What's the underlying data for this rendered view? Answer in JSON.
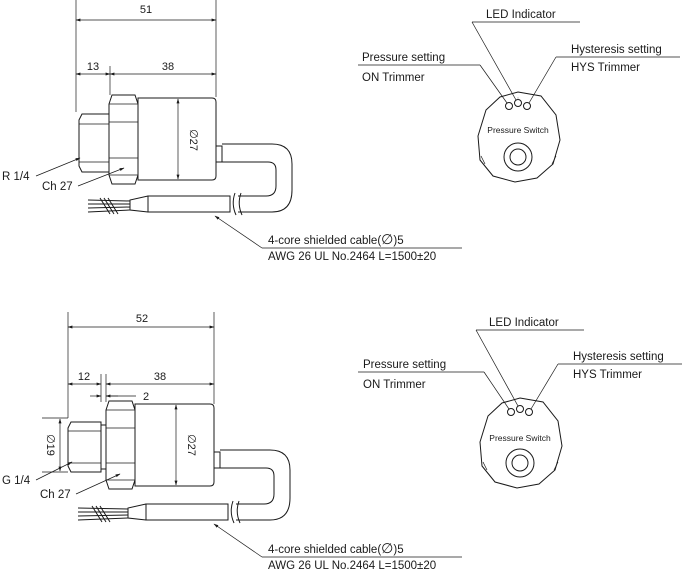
{
  "top_drawing": {
    "dim_total": "51",
    "dim_thread": "13",
    "dim_body": "38",
    "dim_diameter": "27",
    "thread_label": "R 1/4",
    "hex_label": "Ch 27",
    "cable_line1": "4-core shielded cable(",
    "cable_line1_end": ")5",
    "cable_line2": "AWG 26 UL No.2464 L=1500±20",
    "face": {
      "led": "LED Indicator",
      "pressure": "Pressure setting",
      "on_trimmer": "ON Trimmer",
      "hysteresis": "Hysteresis setting",
      "hys_trimmer": "HYS Trimmer",
      "switch_text": "Pressure Switch"
    }
  },
  "bottom_drawing": {
    "dim_total": "52",
    "dim_thread": "12",
    "dim_body": "38",
    "dim_gap": "2",
    "dim_diameter": "27",
    "dim_thread_diameter": "19",
    "thread_label": "G 1/4",
    "hex_label": "Ch 27",
    "cable_line1": "4-core shielded cable(",
    "cable_line1_end": ")5",
    "cable_line2": "AWG 26 UL No.2464 L=1500±20",
    "face": {
      "led": "LED Indicator",
      "pressure": "Pressure setting",
      "on_trimmer": "ON Trimmer",
      "hysteresis": "Hysteresis setting",
      "hys_trimmer": "HYS Trimmer",
      "switch_text": "Pressure Switch"
    }
  },
  "diameter_symbol": "∅"
}
